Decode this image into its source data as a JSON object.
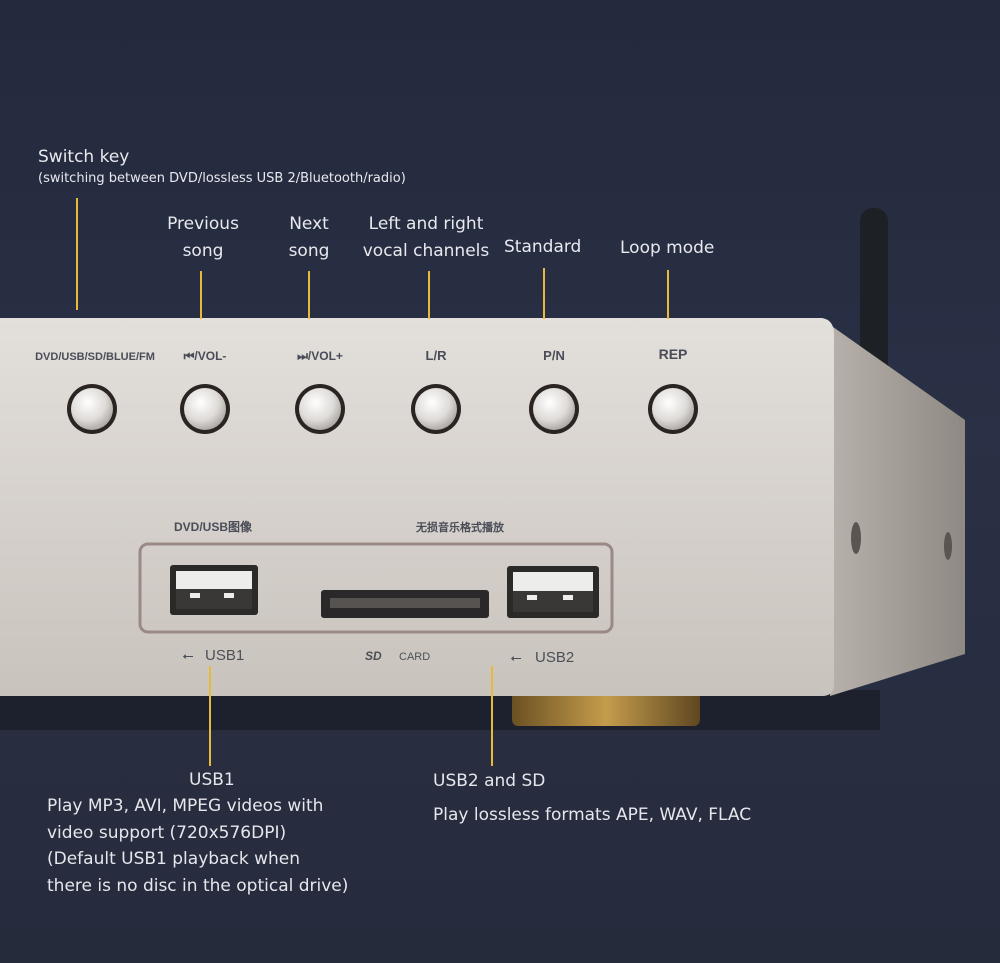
{
  "annotations": {
    "switch_key": {
      "title": "Switch key",
      "subtitle": "(switching between DVD/lossless USB 2/Bluetooth/radio)"
    },
    "previous_song": {
      "line1": "Previous",
      "line2": "song"
    },
    "next_song": {
      "line1": "Next",
      "line2": "song"
    },
    "vocal_channels": {
      "line1": "Left and right",
      "line2": "vocal channels"
    },
    "standard": "Standard",
    "loop_mode": "Loop mode",
    "usb1": {
      "title": "USB1",
      "lines": [
        "Play MP3, AVI, MPEG videos with",
        "video support (720x576DPI)",
        "(Default USB1 playback when",
        "there is no disc in the optical drive)"
      ]
    },
    "usb2_sd": {
      "title": "USB2 and SD",
      "text": "Play lossless formats APE, WAV, FLAC"
    }
  },
  "panel": {
    "buttons": [
      {
        "label": "DVD/USB/SD/BLUE/FM"
      },
      {
        "label": "⏮/VOL-"
      },
      {
        "label": "⏭/VOL+"
      },
      {
        "label": "L/R"
      },
      {
        "label": "P/N"
      },
      {
        "label": "REP"
      }
    ],
    "port_header_left": "DVD/USB图像",
    "port_header_right": "无损音乐格式播放",
    "usb1_label": "USB1",
    "sd_logo": "SD",
    "sd_label": "CARD",
    "usb2_label": "USB2"
  },
  "colors": {
    "background": "#262b3d",
    "panel": "#d9d4cf",
    "leader": "#e8b93a"
  }
}
